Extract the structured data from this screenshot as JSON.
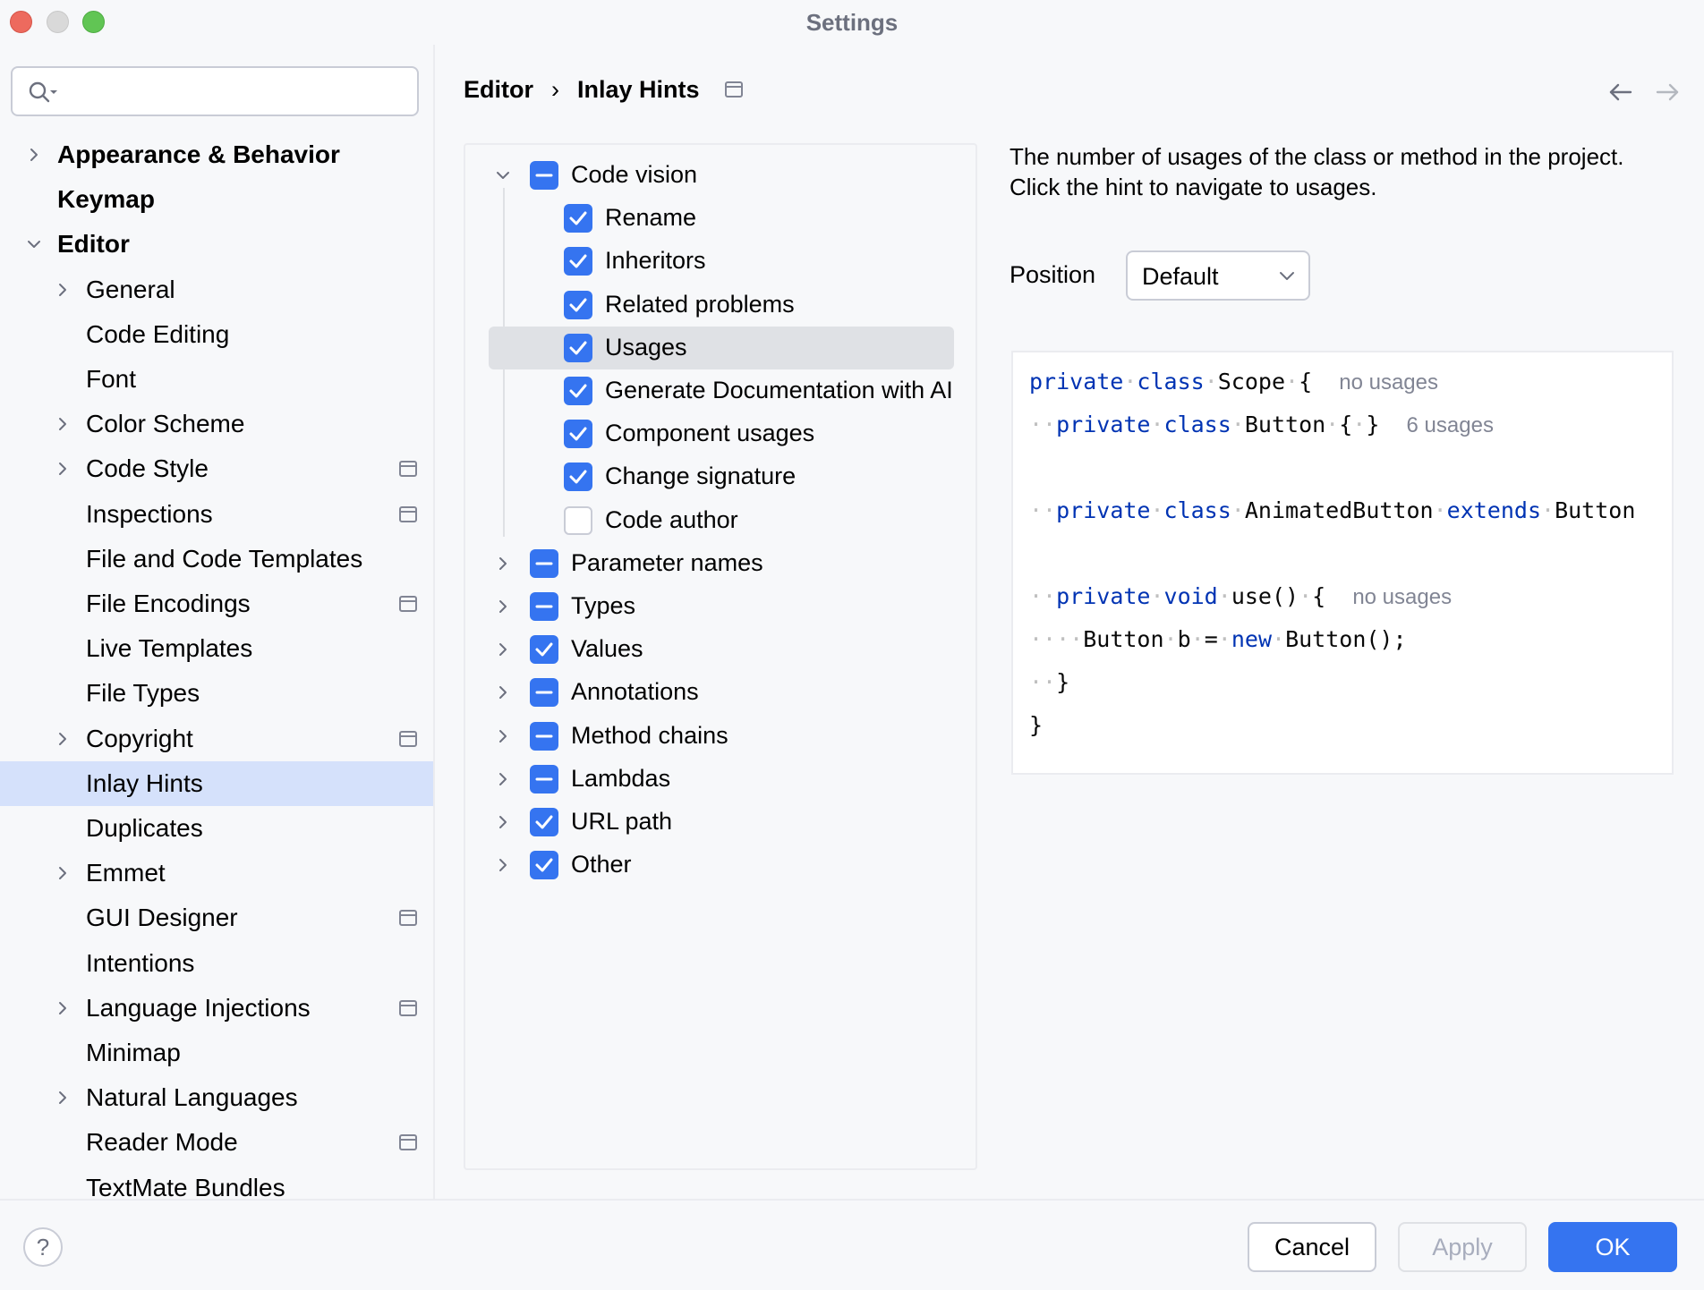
{
  "window": {
    "title": "Settings"
  },
  "search": {
    "placeholder": "",
    "value": ""
  },
  "sidebar": {
    "items": [
      {
        "label": "Appearance & Behavior",
        "bold": true,
        "level": 0,
        "chevron": "right"
      },
      {
        "label": "Keymap",
        "bold": true,
        "level": 0,
        "chevron": "none"
      },
      {
        "label": "Editor",
        "bold": true,
        "level": 0,
        "chevron": "down"
      },
      {
        "label": "General",
        "level": 1,
        "chevron": "right"
      },
      {
        "label": "Code Editing",
        "level": 1,
        "chevron": "none"
      },
      {
        "label": "Font",
        "level": 1,
        "chevron": "none"
      },
      {
        "label": "Color Scheme",
        "level": 1,
        "chevron": "right"
      },
      {
        "label": "Code Style",
        "level": 1,
        "chevron": "right",
        "project_icon": true
      },
      {
        "label": "Inspections",
        "level": 1,
        "chevron": "none",
        "project_icon": true
      },
      {
        "label": "File and Code Templates",
        "level": 1,
        "chevron": "none"
      },
      {
        "label": "File Encodings",
        "level": 1,
        "chevron": "none",
        "project_icon": true
      },
      {
        "label": "Live Templates",
        "level": 1,
        "chevron": "none"
      },
      {
        "label": "File Types",
        "level": 1,
        "chevron": "none"
      },
      {
        "label": "Copyright",
        "level": 1,
        "chevron": "right",
        "project_icon": true
      },
      {
        "label": "Inlay Hints",
        "level": 1,
        "chevron": "none",
        "selected": true
      },
      {
        "label": "Duplicates",
        "level": 1,
        "chevron": "none"
      },
      {
        "label": "Emmet",
        "level": 1,
        "chevron": "right"
      },
      {
        "label": "GUI Designer",
        "level": 1,
        "chevron": "none",
        "project_icon": true
      },
      {
        "label": "Intentions",
        "level": 1,
        "chevron": "none"
      },
      {
        "label": "Language Injections",
        "level": 1,
        "chevron": "right",
        "project_icon": true
      },
      {
        "label": "Minimap",
        "level": 1,
        "chevron": "none"
      },
      {
        "label": "Natural Languages",
        "level": 1,
        "chevron": "right"
      },
      {
        "label": "Reader Mode",
        "level": 1,
        "chevron": "none",
        "project_icon": true
      },
      {
        "label": "TextMate Bundles",
        "level": 1,
        "chevron": "none"
      }
    ]
  },
  "breadcrumb": {
    "parent": "Editor",
    "separator": "›",
    "current": "Inlay Hints"
  },
  "hints": {
    "items": [
      {
        "label": "Code vision",
        "state": "partial",
        "chevron": "down",
        "level": 0
      },
      {
        "label": "Rename",
        "state": "checked",
        "level": 1
      },
      {
        "label": "Inheritors",
        "state": "checked",
        "level": 1
      },
      {
        "label": "Related problems",
        "state": "checked",
        "level": 1
      },
      {
        "label": "Usages",
        "state": "checked",
        "level": 1,
        "selected": true
      },
      {
        "label": "Generate Documentation with AI",
        "state": "checked",
        "level": 1
      },
      {
        "label": "Component usages",
        "state": "checked",
        "level": 1
      },
      {
        "label": "Change signature",
        "state": "checked",
        "level": 1
      },
      {
        "label": "Code author",
        "state": "unchecked",
        "level": 1
      },
      {
        "label": "Parameter names",
        "state": "partial",
        "chevron": "right",
        "level": 0
      },
      {
        "label": "Types",
        "state": "partial",
        "chevron": "right",
        "level": 0
      },
      {
        "label": "Values",
        "state": "checked",
        "chevron": "right",
        "level": 0
      },
      {
        "label": "Annotations",
        "state": "partial",
        "chevron": "right",
        "level": 0
      },
      {
        "label": "Method chains",
        "state": "partial",
        "chevron": "right",
        "level": 0
      },
      {
        "label": "Lambdas",
        "state": "partial",
        "chevron": "right",
        "level": 0
      },
      {
        "label": "URL path",
        "state": "checked",
        "chevron": "right",
        "level": 0
      },
      {
        "label": "Other",
        "state": "checked",
        "chevron": "right",
        "level": 0
      }
    ]
  },
  "detail": {
    "description": "The number of usages of the class or method in the project. Click the hint to navigate to usages.",
    "position_label": "Position",
    "position_value": "Default"
  },
  "code": {
    "lines": [
      {
        "parts": [
          [
            "kw",
            "private"
          ],
          [
            "ws",
            "·"
          ],
          [
            "kw",
            "class"
          ],
          [
            "ws",
            "·"
          ],
          [
            "tx",
            "Scope"
          ],
          [
            "ws",
            "·"
          ],
          [
            "tx",
            "{"
          ],
          [
            "tx",
            "  "
          ],
          [
            "hint",
            "no usages"
          ]
        ]
      },
      {
        "parts": [
          [
            "ws",
            "··"
          ],
          [
            "kw",
            "private"
          ],
          [
            "ws",
            "·"
          ],
          [
            "kw",
            "class"
          ],
          [
            "ws",
            "·"
          ],
          [
            "tx",
            "Button"
          ],
          [
            "ws",
            "·"
          ],
          [
            "tx",
            "{"
          ],
          [
            "ws",
            "·"
          ],
          [
            "tx",
            "}"
          ],
          [
            "tx",
            "  "
          ],
          [
            "hint",
            "6 usages"
          ]
        ]
      },
      {
        "parts": []
      },
      {
        "parts": [
          [
            "ws",
            "··"
          ],
          [
            "kw",
            "private"
          ],
          [
            "ws",
            "·"
          ],
          [
            "kw",
            "class"
          ],
          [
            "ws",
            "·"
          ],
          [
            "tx",
            "AnimatedButton"
          ],
          [
            "ws",
            "·"
          ],
          [
            "kw",
            "extends"
          ],
          [
            "ws",
            "·"
          ],
          [
            "tx",
            "Button"
          ]
        ]
      },
      {
        "parts": []
      },
      {
        "parts": [
          [
            "ws",
            "··"
          ],
          [
            "kw",
            "private"
          ],
          [
            "ws",
            "·"
          ],
          [
            "kw",
            "void"
          ],
          [
            "ws",
            "·"
          ],
          [
            "tx",
            "use()"
          ],
          [
            "ws",
            "·"
          ],
          [
            "tx",
            "{"
          ],
          [
            "tx",
            "  "
          ],
          [
            "hint",
            "no usages"
          ]
        ]
      },
      {
        "parts": [
          [
            "ws",
            "····"
          ],
          [
            "tx",
            "Button"
          ],
          [
            "ws",
            "·"
          ],
          [
            "tx",
            "b"
          ],
          [
            "ws",
            "·"
          ],
          [
            "tx",
            "="
          ],
          [
            "ws",
            "·"
          ],
          [
            "kw",
            "new"
          ],
          [
            "ws",
            "·"
          ],
          [
            "tx",
            "Button();"
          ]
        ]
      },
      {
        "parts": [
          [
            "ws",
            "··"
          ],
          [
            "tx",
            "}"
          ]
        ]
      },
      {
        "parts": [
          [
            "tx",
            "}"
          ]
        ]
      }
    ]
  },
  "footer": {
    "help_label": "?",
    "cancel_label": "Cancel",
    "apply_label": "Apply",
    "ok_label": "OK"
  },
  "colors": {
    "accent": "#3574f0",
    "selection": "#d5e1fb",
    "keyword": "#0033b3",
    "hint": "#818594"
  }
}
